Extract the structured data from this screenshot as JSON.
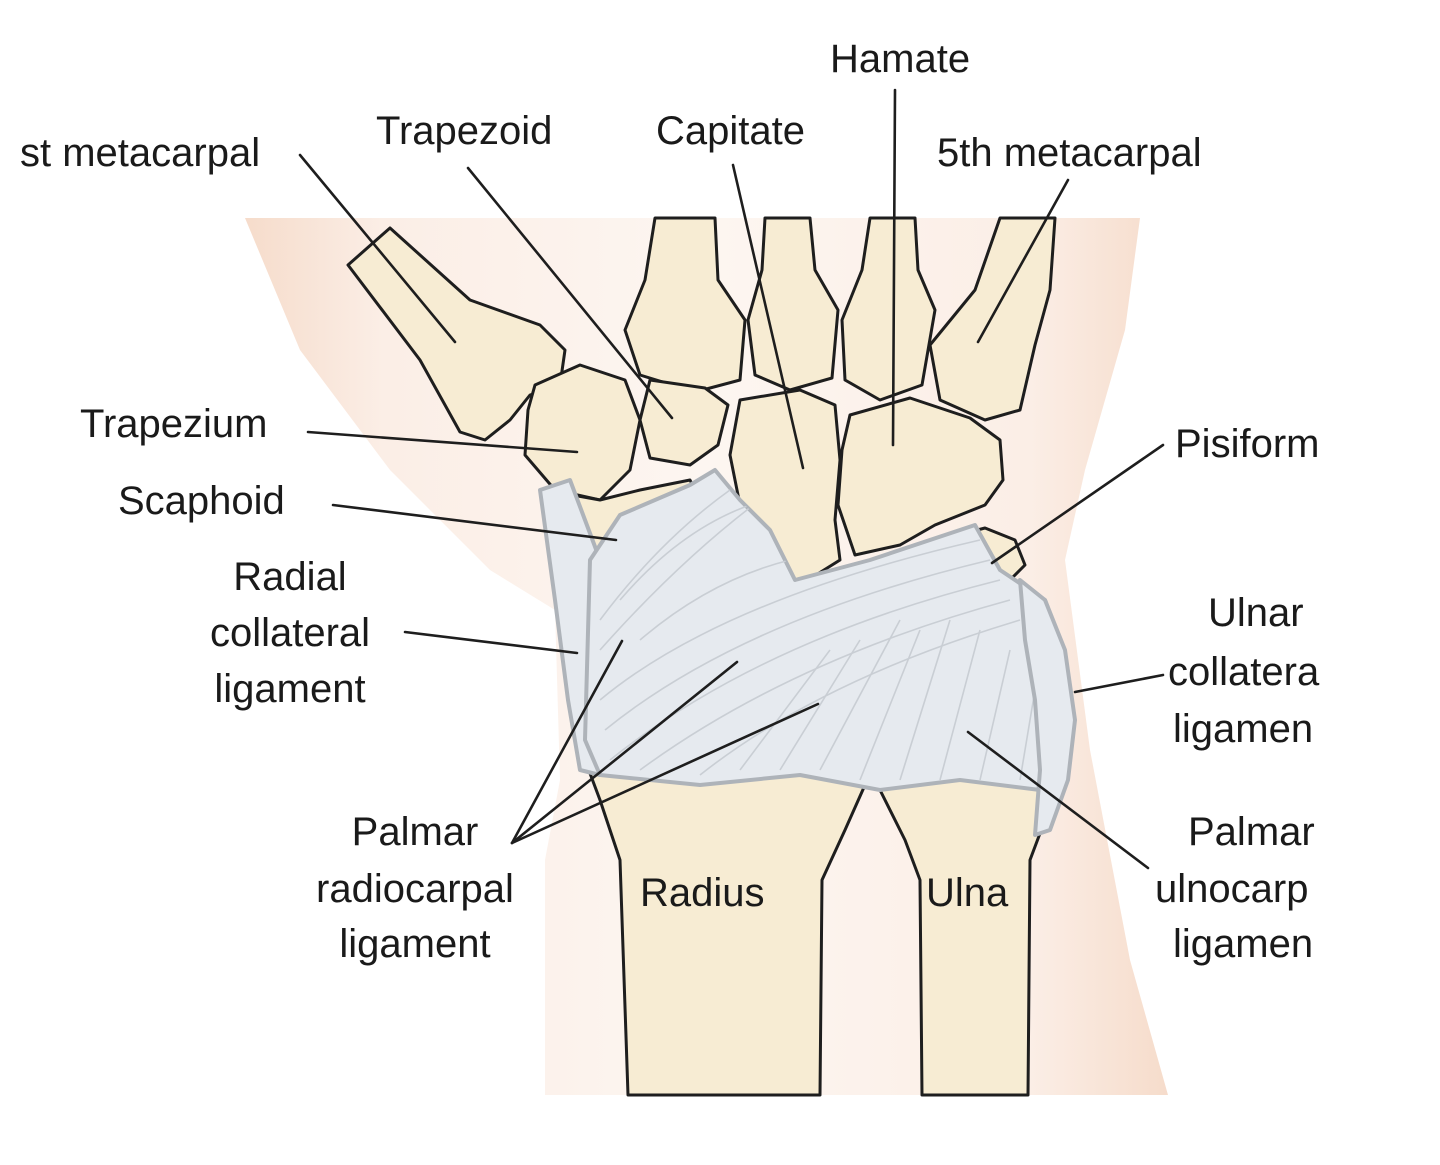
{
  "labels": {
    "first_metacarpal": "st metacarpal",
    "trapezoid": "Trapezoid",
    "capitate": "Capitate",
    "hamate": "Hamate",
    "fifth_metacarpal": "5th metacarpal",
    "trapezium": "Trapezium",
    "scaphoid": "Scaphoid",
    "radial_collateral": [
      "Radial",
      "collateral",
      "ligament"
    ],
    "pisiform": "Pisiform",
    "ulnar_collateral": [
      "Ulnar",
      "collatera",
      "ligamen"
    ],
    "palmar_radiocarpal": [
      "Palmar",
      "radiocarpal",
      "ligament"
    ],
    "radius": "Radius",
    "ulna": "Ulna",
    "palmar_ulnocarpal": [
      "Palmar",
      "ulnocarp",
      "ligamen"
    ]
  },
  "colors": {
    "bone": "#f7ecd3",
    "skin": "#f7e4d8",
    "ligament": "#e6eaef",
    "ligament_edge": "#aeb3b9",
    "outline": "#1e1e1e"
  }
}
